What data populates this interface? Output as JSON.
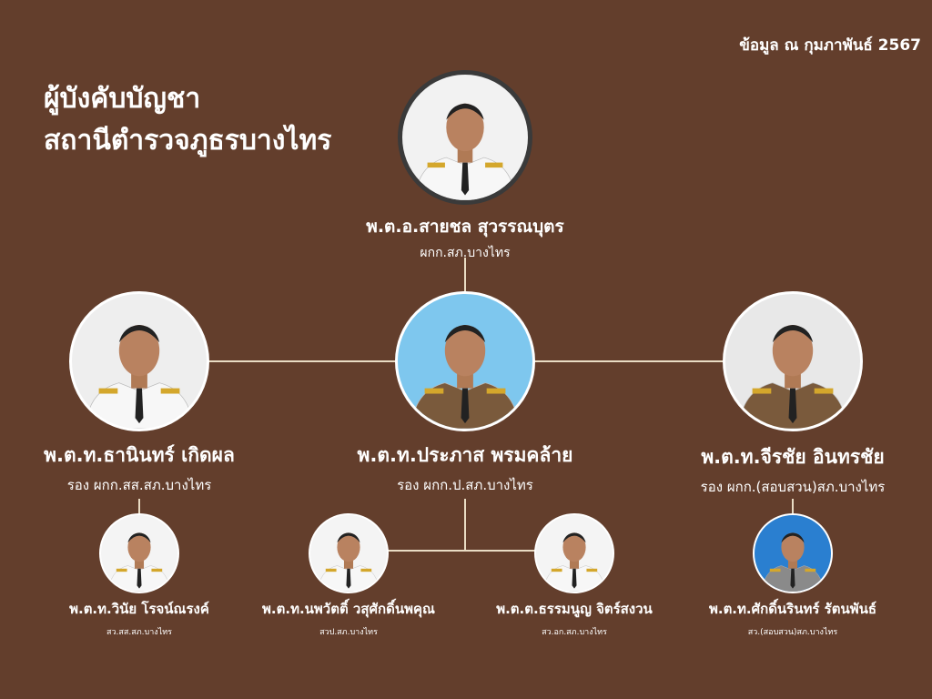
{
  "date_note": "ข้อมูล ณ กุมภาพันธ์ 2567",
  "title": {
    "line1": "ผู้บังคับบัญชา",
    "line2": "สถานีตำรวจภูธรบางไทร"
  },
  "colors": {
    "background": "#633e2c",
    "line": "#e9dcc4"
  },
  "commander": {
    "name": "พ.ต.อ.สายชล สุวรรณบุตร",
    "position": "ผกก.สภ.บางไทร"
  },
  "deputies": [
    {
      "name": "พ.ต.ท.ธานินทร์ เกิดผล",
      "position": "รอง ผกก.สส.สภ.บางไทร"
    },
    {
      "name": "พ.ต.ท.ประภาส พรมคล้าย",
      "position": "รอง ผกก.ป.สภ.บางไทร"
    },
    {
      "name": "พ.ต.ท.จีรชัย อินทรชัย",
      "position": "รอง ผกก.(สอบสวน)สภ.บางไทร"
    }
  ],
  "inspectors": [
    {
      "name": "พ.ต.ท.วินัย โรจน์ณรงค์",
      "position": "สว.สส.สภ.บางไทร"
    },
    {
      "name": "พ.ต.ท.นพวัตติ์ วสุศักดิ์นพคุณ",
      "position": "สวป.สภ.บางไทร"
    },
    {
      "name": "พ.ต.ต.ธรรมนูญ จิตร์สงวน",
      "position": "สว.อก.สภ.บางไทร"
    },
    {
      "name": "พ.ต.ท.ศักดิ์นรินทร์ รัตนพันธ์",
      "position": "สว.(สอบสวน)สภ.บางไทร"
    }
  ]
}
